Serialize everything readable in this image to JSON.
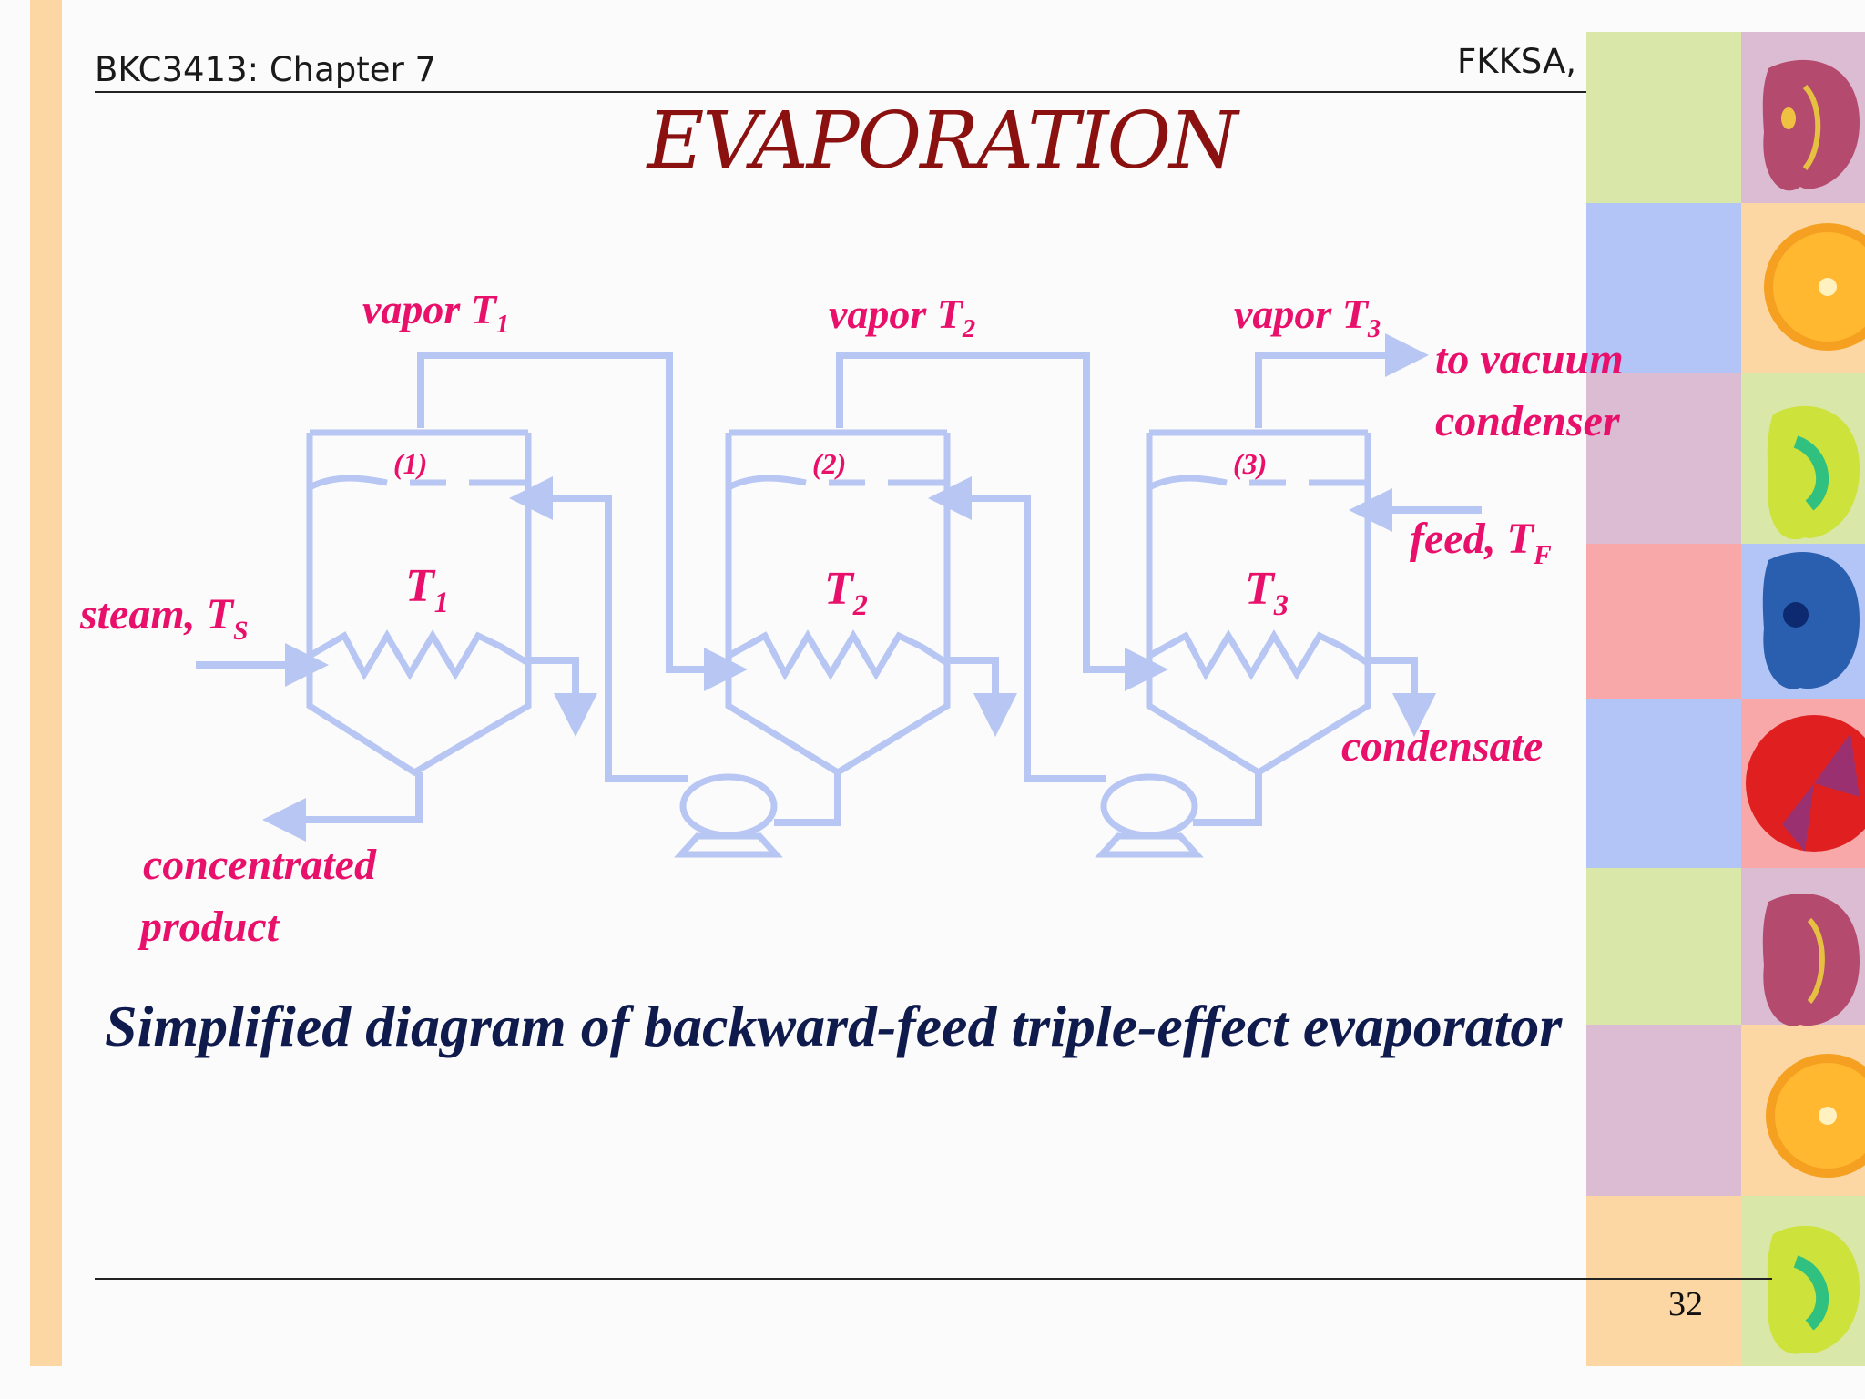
{
  "header": {
    "course": "BKC3413: Chapter 7",
    "institution": "FKKSA, KUKTEM"
  },
  "title": "EVAPORATION",
  "diagram": {
    "vapor_labels": [
      {
        "text": "vapor T",
        "sub": "1"
      },
      {
        "text": "vapor T",
        "sub": "2"
      },
      {
        "text": "vapor T",
        "sub": "3"
      }
    ],
    "effect_numbers": [
      "(1)",
      "(2)",
      "(3)"
    ],
    "effect_temps": [
      {
        "text": "T",
        "sub": "1"
      },
      {
        "text": "T",
        "sub": "2"
      },
      {
        "text": "T",
        "sub": "3"
      }
    ],
    "steam": {
      "text": "steam, T",
      "sub": "S"
    },
    "feed": {
      "text": "feed, T",
      "sub": "F"
    },
    "vacuum": [
      "to vacuum",
      "condenser"
    ],
    "condensate": "condensate",
    "product": [
      "concentrated",
      "product"
    ]
  },
  "caption": "Simplified diagram of backward-feed triple-effect evaporator",
  "page_number": "32",
  "colors": {
    "accent_title": "#8b1010",
    "label": "#e8106a",
    "pipe": "#b7c6f2",
    "caption": "#0f1a4d"
  },
  "decoration": [
    "apple-icon",
    "orange-icon",
    "apple-icon",
    "apple-icon",
    "orange-icon",
    "apple-icon",
    "orange-icon",
    "apple-icon"
  ]
}
